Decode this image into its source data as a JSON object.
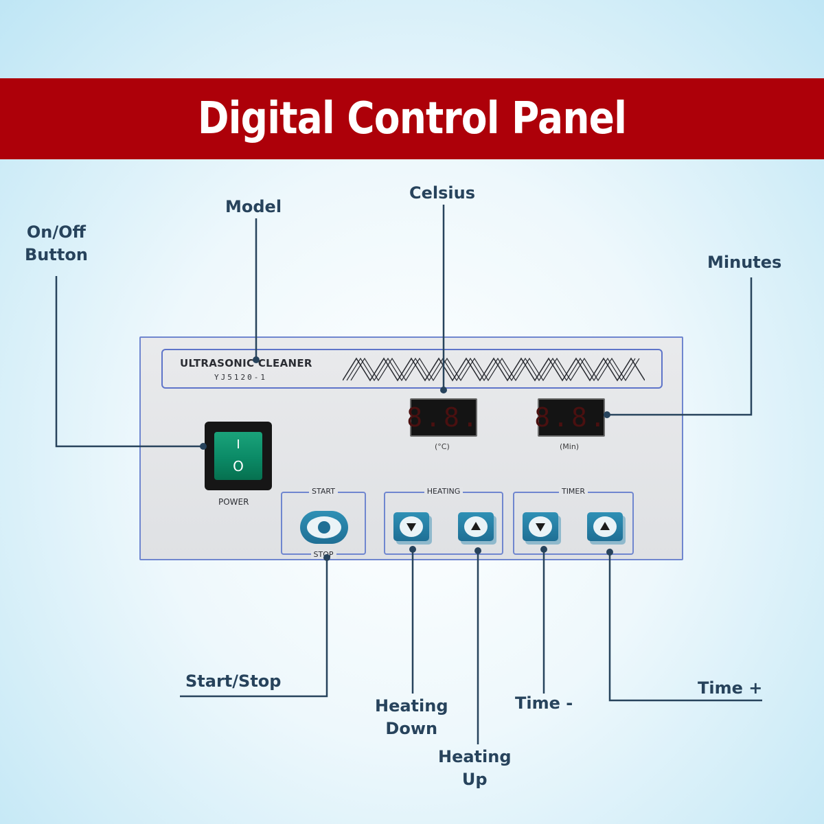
{
  "title": "Digital Control Panel",
  "callouts": {
    "model": "Model",
    "celsius": "Celsius",
    "on_off_line1": "On/Off",
    "on_off_line2": "Button",
    "minutes": "Minutes",
    "start_stop": "Start/Stop",
    "heating_down_line1": "Heating",
    "heating_down_line2": "Down",
    "heating_up_line1": "Heating",
    "heating_up_line2": "Up",
    "time_minus": "Time -",
    "time_plus": "Time +"
  },
  "panel": {
    "brand": "ULTRASONIC CLEANER",
    "model": "YJ5120-1",
    "temp_display": "8.8.",
    "temp_unit": "(°C)",
    "time_display": "8.8.",
    "time_unit": "(Min)",
    "power_label": "POWER",
    "switch_on": "I",
    "switch_off": "O",
    "start_label": "START",
    "stop_label": "STOP",
    "heating_label": "HEATING",
    "timer_label": "TIMER"
  },
  "colors": {
    "banner": "#ad0009",
    "callout_text": "#27435c",
    "panel_border": "#6f86cf",
    "button": "#1f6f95",
    "rocker": "#0b8a66"
  }
}
